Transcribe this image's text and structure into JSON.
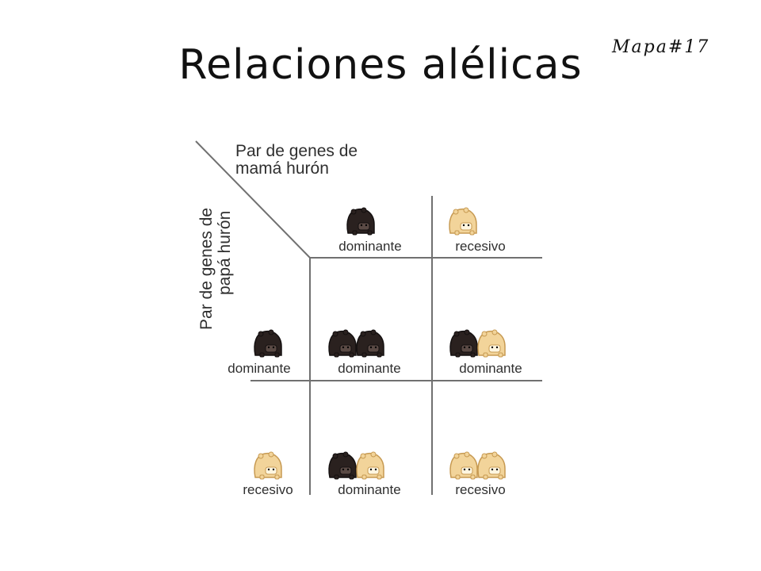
{
  "slide": {
    "title": "Relaciones alélicas",
    "map_label": "Mapa#17"
  },
  "punnett": {
    "mother_header": [
      "Par de genes de",
      "mamá hurón"
    ],
    "father_header": [
      "Par de genes de",
      "papá hurón"
    ],
    "mother_alleles": [
      "dominante",
      "recesivo"
    ],
    "father_alleles": [
      "dominante",
      "recesivo"
    ],
    "cells": [
      [
        "dominante",
        "dominante"
      ],
      [
        "dominante",
        "recesivo"
      ]
    ],
    "ferret_icons": {
      "mother": [
        "dark",
        "light"
      ],
      "father": [
        "dark",
        "light"
      ],
      "cells": [
        [
          [
            "dark",
            "dark"
          ],
          [
            "dark",
            "light"
          ]
        ],
        [
          [
            "dark",
            "light"
          ],
          [
            "light",
            "light"
          ]
        ]
      ]
    },
    "colors": {
      "dominant_fur": "#2a211f",
      "recessive_fur": "#f2d49a",
      "grid": "#707070",
      "text": "#2f2f2f"
    }
  }
}
